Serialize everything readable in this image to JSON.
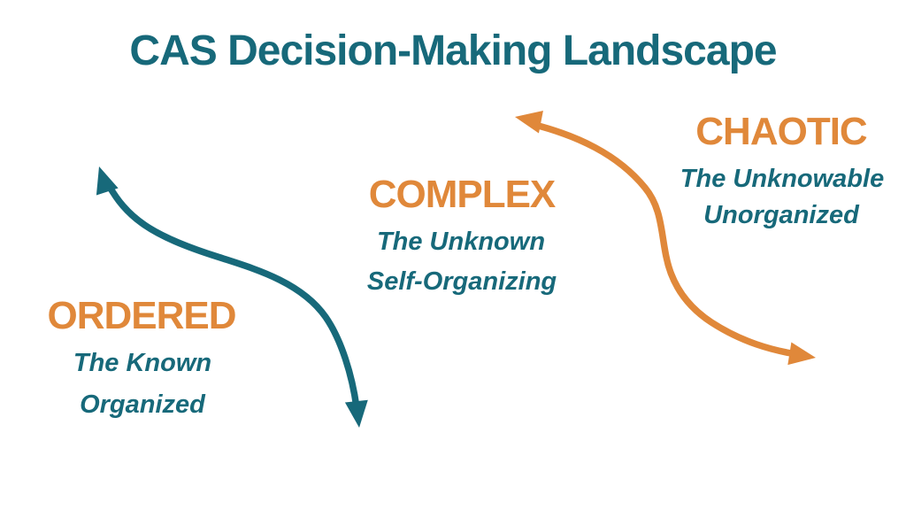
{
  "title": "CAS Decision-Making Landscape",
  "colors": {
    "teal": "#17697A",
    "orange": "#E0883A",
    "background": "#FFFFFF"
  },
  "regions": {
    "ordered": {
      "label": "ORDERED",
      "subtitle1": "The Known",
      "subtitle2": "Organized"
    },
    "complex": {
      "label": "COMPLEX",
      "subtitle1": "The Unknown",
      "subtitle2": "Self-Organizing"
    },
    "chaotic": {
      "label": "CHAOTIC",
      "subtitle1": "The Unknowable",
      "subtitle2": "Unorganized"
    }
  },
  "arrows": {
    "teal_arrow": {
      "name": "ordered-complex boundary",
      "shape": "double-headed s-curve",
      "color": "#17697A"
    },
    "orange_arrow": {
      "name": "complex-chaotic boundary",
      "shape": "double-headed s-curve",
      "color": "#E0883A"
    }
  }
}
